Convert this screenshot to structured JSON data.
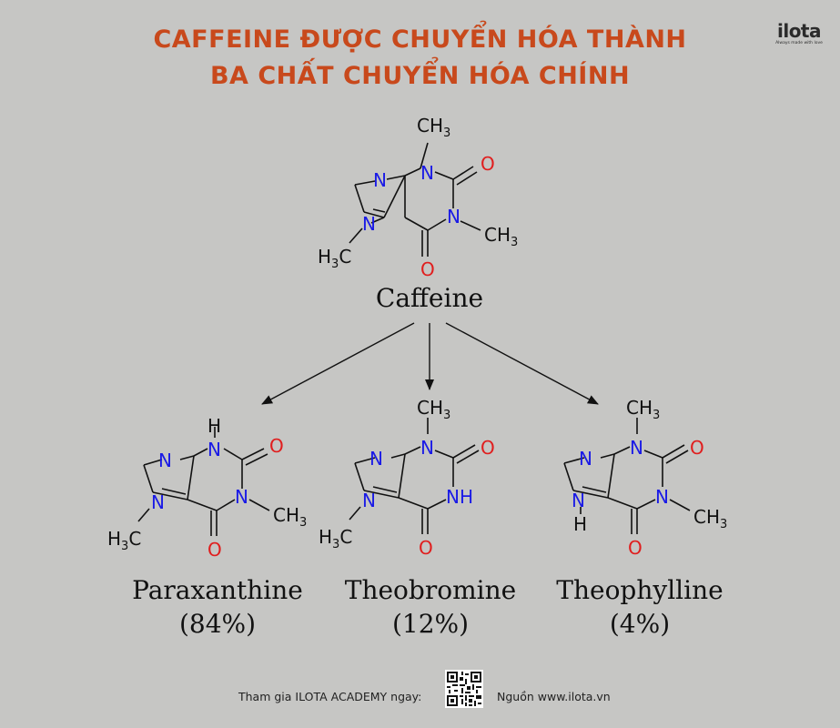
{
  "title": {
    "line1": "CAFFEINE ĐƯỢC CHUYỂN HÓA THÀNH",
    "line2": "BA CHẤT CHUYỂN HÓA CHÍNH"
  },
  "brand": {
    "name": "ilota",
    "tagline": "Always made with love"
  },
  "atoms": {
    "N": "N",
    "NH": "NH",
    "H": "H",
    "O": "O",
    "CH": "CH",
    "H_left": "H",
    "C": "C",
    "sub3": "3"
  },
  "molecules": {
    "caffeine": {
      "name": "Caffeine"
    },
    "paraxanthine": {
      "name": "Paraxanthine",
      "percent": "(84%)"
    },
    "theobromine": {
      "name": "Theobromine",
      "percent": "(12%)"
    },
    "theophylline": {
      "name": "Theophylline",
      "percent": "(4%)"
    }
  },
  "colors": {
    "title": "#c8491c",
    "nitrogen": "#1a1ae6",
    "oxygen": "#e01e1e",
    "bond": "#111111",
    "background": "#c6c6c4"
  },
  "footer": {
    "join_text": "Tham gia ILOTA ACADEMY ngay:",
    "source_text": "Nguồn www.ilota.vn",
    "qr_icon": "qr-code-icon"
  }
}
